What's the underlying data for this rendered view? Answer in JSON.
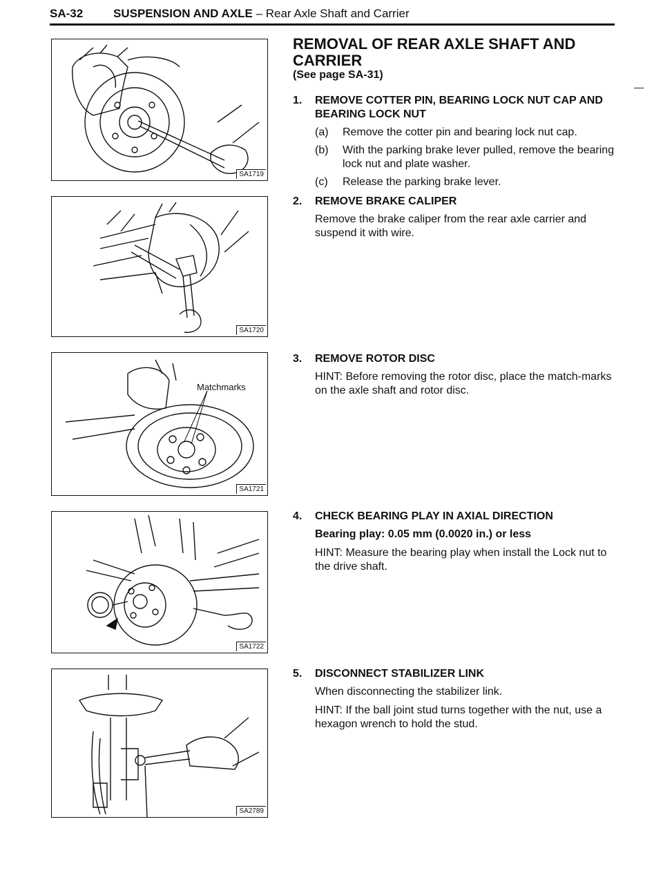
{
  "header": {
    "page_no": "SA-32",
    "section": "SUSPENSION AND AXLE",
    "separator": " – ",
    "subsection": "Rear Axle Shaft and Carrier"
  },
  "title": "REMOVAL OF REAR AXLE SHAFT AND CARRIER",
  "see_page": "(See page SA-31)",
  "figures": [
    {
      "code": "SA1719"
    },
    {
      "code": "SA1720"
    },
    {
      "code": "SA1721",
      "callout": "Matchmarks"
    },
    {
      "code": "SA1722"
    },
    {
      "code": "SA2789"
    }
  ],
  "steps": [
    {
      "num": "1.",
      "heading": "REMOVE COTTER PIN, BEARING LOCK NUT CAP AND BEARING LOCK NUT",
      "subs": [
        {
          "label": "(a)",
          "text": "Remove the cotter pin and bearing lock nut cap."
        },
        {
          "label": "(b)",
          "text": "With the parking brake lever pulled, remove the bearing lock nut and plate washer."
        },
        {
          "label": "(c)",
          "text": "Release the parking brake lever."
        }
      ]
    },
    {
      "num": "2.",
      "heading": "REMOVE BRAKE CALIPER",
      "body": "Remove the brake caliper from the rear axle carrier and suspend it with wire."
    },
    {
      "num": "3.",
      "heading": "REMOVE ROTOR DISC",
      "body": "HINT:   Before removing the rotor disc, place the match-marks on the axle shaft and rotor disc."
    },
    {
      "num": "4.",
      "heading": "CHECK BEARING PLAY IN AXIAL DIRECTION",
      "spec": "Bearing play:   0.05 mm (0.0020 in.) or less",
      "body": "HINT:   Measure the bearing play when install the Lock nut to the drive shaft."
    },
    {
      "num": "5.",
      "heading": "DISCONNECT STABILIZER LINK",
      "body": "When disconnecting the stabilizer link.",
      "hint": "HINT:   If the ball joint stud turns together with the nut, use a hexagon wrench to hold the stud."
    }
  ]
}
